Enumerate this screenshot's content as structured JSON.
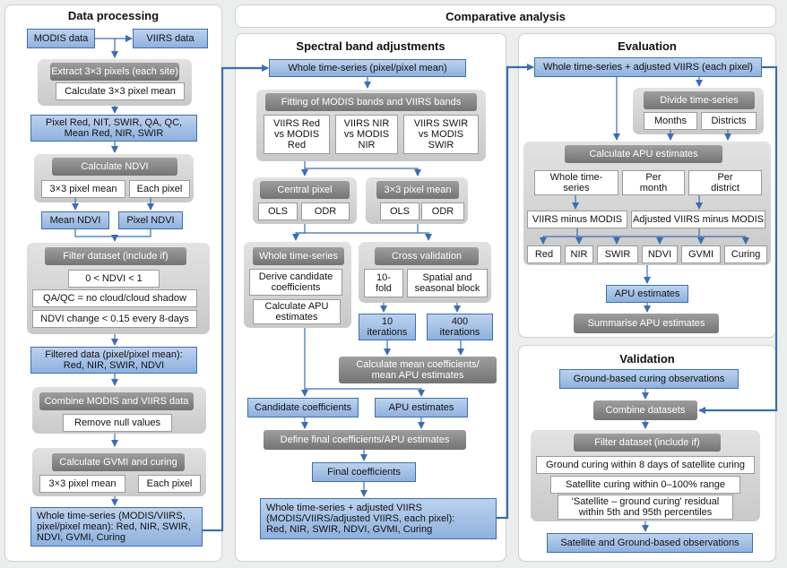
{
  "panels": {
    "data_processing": "Data processing",
    "comparative": "Comparative analysis",
    "spectral": "Spectral band adjustments",
    "evaluation": "Evaluation",
    "validation": "Validation"
  },
  "dp": {
    "modis": "MODIS data",
    "viirs": "VIIRS data",
    "extract_head": "Extract 3×3 pixels (each site)",
    "calc_mean": "Calculate 3×3 pixel mean",
    "pixel_bands": "Pixel Red, NIT, SWIR, QA, QC,\nMean Red, NIR, SWIR",
    "ndvi_head": "Calculate NDVI",
    "ndvi_mean_opt": "3×3 pixel mean",
    "ndvi_each_opt": "Each pixel",
    "mean_ndvi": "Mean NDVI",
    "pixel_ndvi": "Pixel NDVI",
    "filter_head": "Filter dataset (include if)",
    "cond1": "0 < NDVI < 1",
    "cond2": "QA/QC = no cloud/cloud shadow",
    "cond3": "NDVI change < 0.15 every 8-days",
    "filtered": "Filtered data (pixel/pixel mean):\nRed, NIR, SWIR, NDVI",
    "combine_head": "Combine MODIS and VIIRS data",
    "remove_null": "Remove null values",
    "gvmi_head": "Calculate GVMI and curing",
    "gvmi_mean_opt": "3×3 pixel mean",
    "gvmi_each_opt": "Each pixel",
    "whole_ts": "Whole time-series (MODIS/VIIRS,\npixel/pixel mean): Red, NIR, SWIR,\nNDVI, GVMI, Curing"
  },
  "sba": {
    "whole_ts": "Whole time-series (pixel/pixel mean)",
    "fitting_head": "Fitting of MODIS bands and VIIRS bands",
    "red": "VIIRS Red\nvs MODIS\nRed",
    "nir": "VIIRS NIR\nvs MODIS\nNIR",
    "swir": "VIIRS SWIR\nvs MODIS\nSWIR",
    "central_head": "Central pixel",
    "central_ols": "OLS",
    "central_odr": "ODR",
    "mean_head": "3×3 pixel mean",
    "mean_ols": "OLS",
    "mean_odr": "ODR",
    "wts_head": "Whole time-series",
    "derive": "Derive candidate\ncoefficients",
    "calc_apu": "Calculate APU\nestimates",
    "cv_head": "Cross validation",
    "tenfold": "10-\nfold",
    "spatial": "Spatial and\nseasonal block",
    "it10": "10\niterations",
    "it400": "400\niterations",
    "calc_mean_coef": "Calculate mean coefficients/\nmean APU estimates",
    "candidate": "Candidate coefficients",
    "apu_est": "APU estimates",
    "define_final": "Define final coefficients/APU estimates",
    "final_coef": "Final coefficients",
    "output": "Whole time-series + adjusted VIIRS\n(MODIS/VIIRS/adjusted VIIRS, each pixel):\nRed, NIR, SWIR, NDVI, GVMI, Curing"
  },
  "ev": {
    "whole_ts": "Whole time-series + adjusted VIIRS (each pixel)",
    "divide_head": "Divide time-series",
    "months": "Months",
    "districts": "Districts",
    "apu_head": "Calculate APU estimates",
    "whole": "Whole time-\nseries",
    "per_month": "Per\nmonth",
    "per_district": "Per\ndistrict",
    "viirs_minus": "VIIRS minus MODIS",
    "adj_minus": "Adjusted VIIRS minus MODIS",
    "bands": [
      "Red",
      "NIR",
      "SWIR",
      "NDVI",
      "GVMI",
      "Curing"
    ],
    "apu_est": "APU estimates",
    "summarise": "Summarise APU estimates"
  },
  "val": {
    "ground": "Ground-based curing observations",
    "combine": "Combine datasets",
    "filter_head": "Filter dataset (include if)",
    "c1": "Ground curing within 8 days of satellite curing",
    "c2": "Satellite curing within 0–100% range",
    "c3": "'Satellite – ground curing' residual\nwithin 5th and 95th percentiles",
    "final": "Satellite and Ground-based observations"
  },
  "colors": {
    "blue_fill": "#a6c2e8",
    "blue_border": "#3f6fae",
    "arrow": "#3b6db3",
    "grey_group": "#d6d6d6",
    "grey_header": "#878787"
  }
}
